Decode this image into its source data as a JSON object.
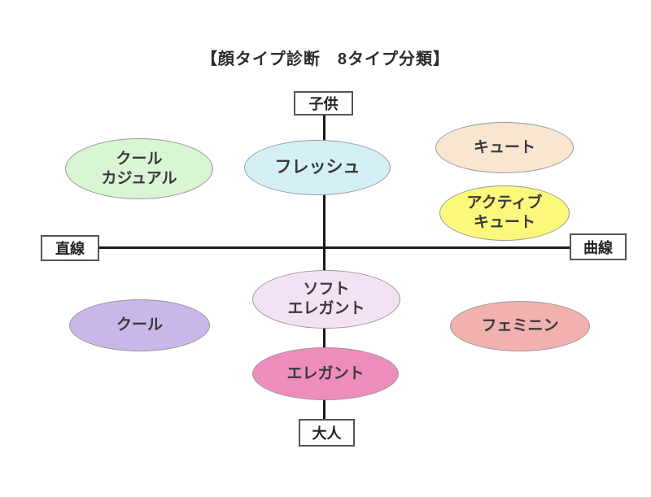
{
  "title": "【顔タイプ診断　8タイプ分類】",
  "axes": {
    "top": "子供",
    "bottom": "大人",
    "left": "直線",
    "right": "曲線",
    "line_color": "#1a1a1a"
  },
  "types": [
    {
      "id": "cool-casual",
      "label": "クール\nカジュアル",
      "color": "#d9f5d3"
    },
    {
      "id": "fresh",
      "label": "フレッシュ",
      "color": "#d3f0f7"
    },
    {
      "id": "cute",
      "label": "キュート",
      "color": "#f8e6d1"
    },
    {
      "id": "active-cute",
      "label": "アクティブ\nキュート",
      "color": "#fbf87b"
    },
    {
      "id": "soft-elegant",
      "label": "ソフト\nエレガント",
      "color": "#f5e1f4"
    },
    {
      "id": "cool",
      "label": "クール",
      "color": "#c9b7e9"
    },
    {
      "id": "feminine",
      "label": "フェミニン",
      "color": "#f1b1ae"
    },
    {
      "id": "elegant",
      "label": "エレガント",
      "color": "#ee8dbd"
    }
  ]
}
